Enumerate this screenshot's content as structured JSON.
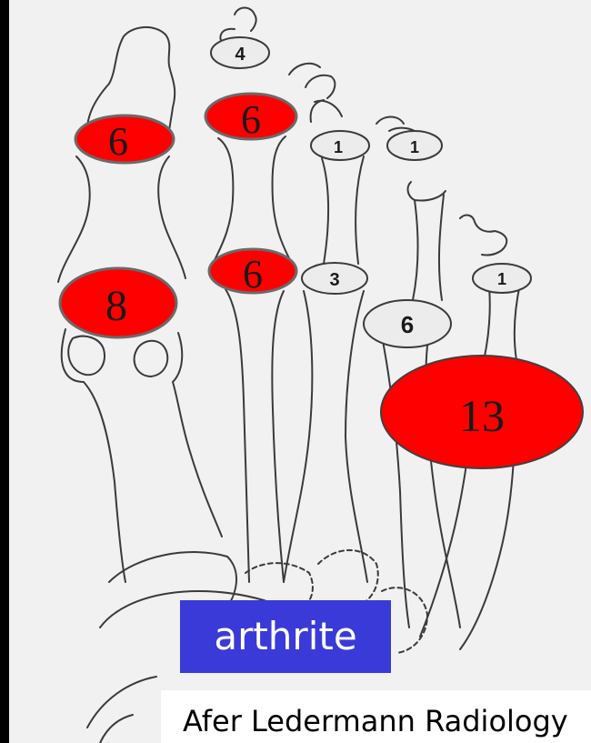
{
  "colors": {
    "background": "#000000",
    "drawing_paper": "#f1f1f1",
    "bone_outline": "#3a3a3a",
    "red_marker": "#ff0000",
    "grey_marker": "#ececec",
    "label_box": "#3a3ad8"
  },
  "joint_markers": [
    {
      "label": "6",
      "style": "red"
    },
    {
      "label": "6",
      "style": "red"
    },
    {
      "label": "8",
      "style": "red"
    },
    {
      "label": "6",
      "style": "red"
    },
    {
      "label": "13",
      "style": "red"
    },
    {
      "label": "4",
      "style": "grey"
    },
    {
      "label": "1",
      "style": "grey"
    },
    {
      "label": "1",
      "style": "grey"
    },
    {
      "label": "3",
      "style": "grey"
    },
    {
      "label": "6",
      "style": "grey"
    },
    {
      "label": "1",
      "style": "grey"
    }
  ],
  "label_box": {
    "text": "arthrite"
  },
  "caption": {
    "text": "Afer Ledermann Radiology"
  }
}
